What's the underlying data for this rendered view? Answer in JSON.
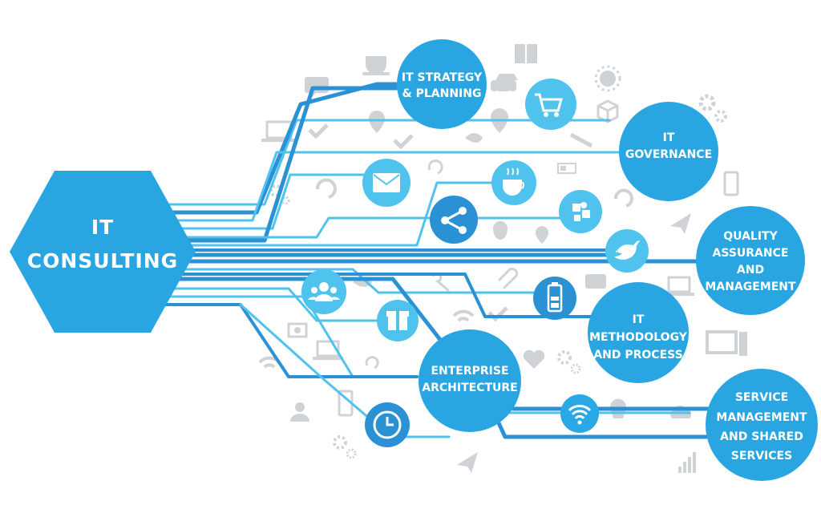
{
  "center": {
    "lines": [
      "IT",
      "CONSULTING"
    ]
  },
  "nodes": {
    "strategy": {
      "lines": [
        "IT STRATEGY",
        "& PLANNING"
      ]
    },
    "governance": {
      "lines": [
        "IT",
        "GOVERNANCE"
      ]
    },
    "quality": {
      "lines": [
        "QUALITY",
        "ASSURANCE",
        "AND",
        "MANAGEMENT"
      ]
    },
    "methodology": {
      "lines": [
        "IT",
        "METHODOLOGY",
        "AND PROCESS"
      ]
    },
    "enterprise": {
      "lines": [
        "ENTERPRISE",
        "ARCHITECTURE"
      ]
    },
    "service": {
      "lines": [
        "SERVICE",
        "MANAGEMENT",
        "AND SHARED",
        "SERVICES"
      ]
    }
  },
  "icon_nodes": [
    {
      "name": "shopping-cart-icon"
    },
    {
      "name": "envelope-icon"
    },
    {
      "name": "coffee-cup-icon"
    },
    {
      "name": "share-icon"
    },
    {
      "name": "puzzle-icon"
    },
    {
      "name": "twitter-bird-icon"
    },
    {
      "name": "group-users-icon"
    },
    {
      "name": "battery-icon"
    },
    {
      "name": "gift-icon"
    },
    {
      "name": "clock-icon"
    },
    {
      "name": "wifi-icon"
    }
  ],
  "colors": {
    "primary": "#29a6e2",
    "dark": "#2a92d4",
    "light": "#4fc3ee",
    "icon_gray": "#cfd3d6"
  }
}
